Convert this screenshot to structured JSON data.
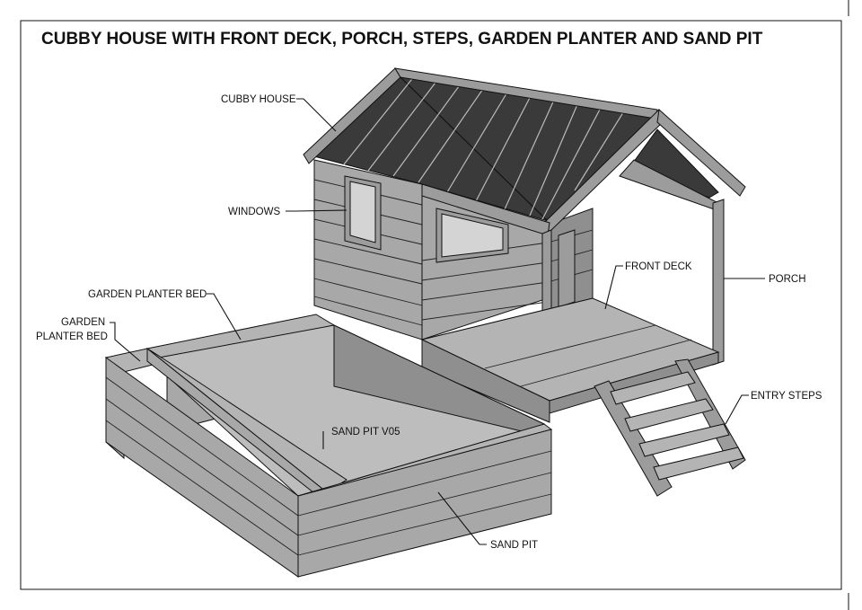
{
  "title": "CUBBY HOUSE WITH FRONT DECK, PORCH, STEPS, GARDEN PLANTER AND SAND PIT",
  "labels": {
    "cubby_house": "CUBBY HOUSE",
    "windows": "WINDOWS",
    "garden_planter_bed": "GARDEN PLANTER BED",
    "garden_line1": "GARDEN",
    "garden_line2": "PLANTER BED",
    "sand_pit_v05": "SAND PIT V05",
    "front_deck": "FRONT DECK",
    "porch": "PORCH",
    "entry_steps": "ENTRY STEPS",
    "sand_pit": "SAND PIT"
  },
  "colors": {
    "wall": "#a8a8a8",
    "wall_dark": "#8f8f8f",
    "roof": "#3a3a3a",
    "deck": "#b4b4b4",
    "sand": "#bdbdbd",
    "frame": "#9c9c9c",
    "glass": "#d4d4d4"
  }
}
